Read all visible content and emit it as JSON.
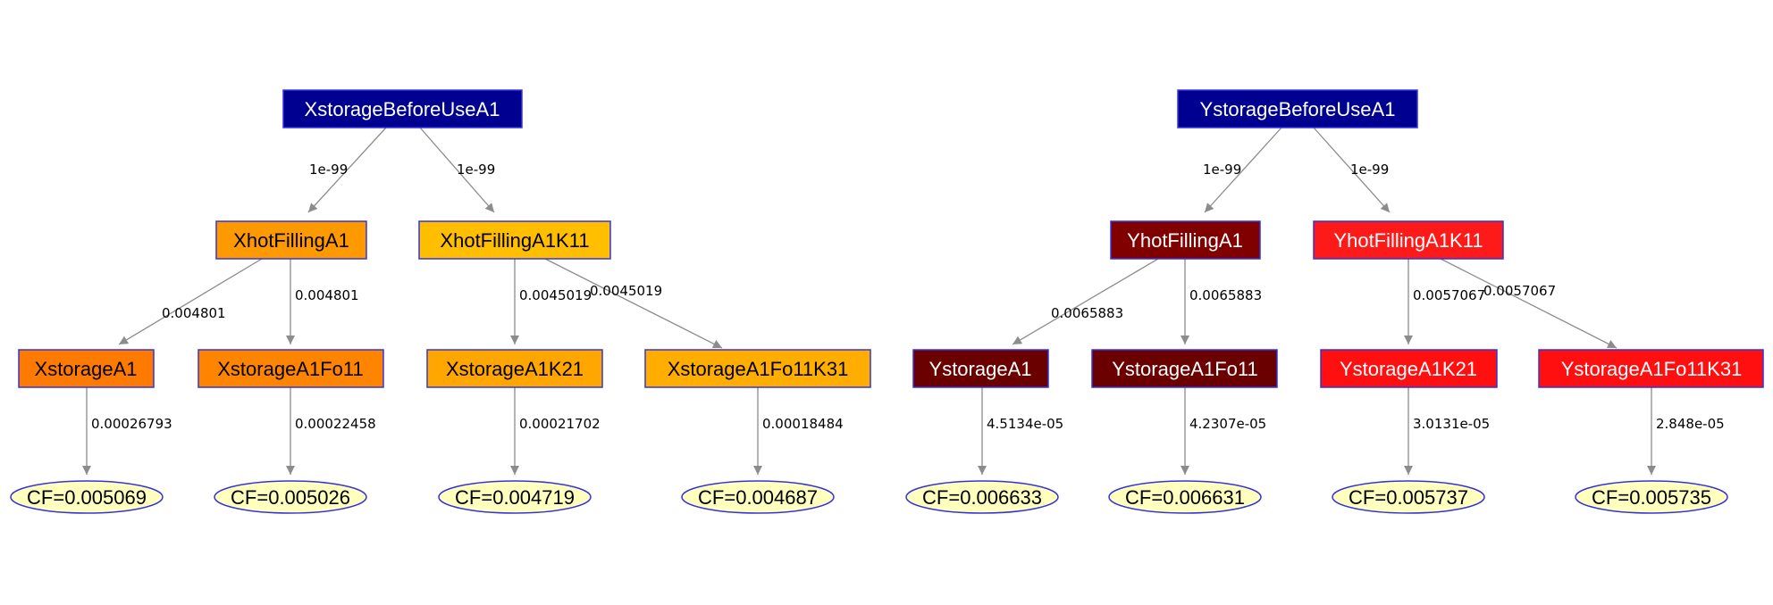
{
  "colors": {
    "border": "#3333dd",
    "edge": "#8c8c8c",
    "leaf_fill": "#ffffbe",
    "root_fill": "#000090",
    "x_mid_1": "#ff9900",
    "x_mid_2": "#ffbf00",
    "x_leaf_1": "#ff7a00",
    "x_leaf_2": "#ff8400",
    "x_leaf_3": "#ffa600",
    "x_leaf_4": "#ffae00",
    "y_mid_1": "#800000",
    "y_leaf_1": "#6a0000",
    "y_mid_2": "#ff1a1a",
    "y_leaf_2": "#ff0f0f"
  },
  "nodes": {
    "x_root": "XstorageBeforeUseA1",
    "x_hot1": "XhotFillingA1",
    "x_hot2": "XhotFillingA1K11",
    "x_s1": "XstorageA1",
    "x_s2": "XstorageA1Fo11",
    "x_s3": "XstorageA1K21",
    "x_s4": "XstorageA1Fo11K31",
    "x_cf1": "CF=0.005069",
    "x_cf2": "CF=0.005026",
    "x_cf3": "CF=0.004719",
    "x_cf4": "CF=0.004687",
    "y_root": "YstorageBeforeUseA1",
    "y_hot1": "YhotFillingA1",
    "y_hot2": "YhotFillingA1K11",
    "y_s1": "YstorageA1",
    "y_s2": "YstorageA1Fo11",
    "y_s3": "YstorageA1K21",
    "y_s4": "YstorageA1Fo11K31",
    "y_cf1": "CF=0.006633",
    "y_cf2": "CF=0.006631",
    "y_cf3": "CF=0.005737",
    "y_cf4": "CF=0.005735"
  },
  "edges": {
    "x_root_hot1": "1e-99",
    "x_root_hot2": "1e-99",
    "x_hot1_s1": "0.004801",
    "x_hot1_s2": "0.004801",
    "x_hot2_s3": "0.0045019",
    "x_hot2_s4": "0.0045019",
    "x_s1_cf1": "0.00026793",
    "x_s2_cf2": "0.00022458",
    "x_s3_cf3": "0.00021702",
    "x_s4_cf4": "0.00018484",
    "y_root_hot1": "1e-99",
    "y_root_hot2": "1e-99",
    "y_hot1_s1": "0.0065883",
    "y_hot1_s2": "0.0065883",
    "y_hot2_s3": "0.0057067",
    "y_hot2_s4": "0.0057067",
    "y_s1_cf1": "4.5134e-05",
    "y_s2_cf2": "4.2307e-05",
    "y_s3_cf3": "3.0131e-05",
    "y_s4_cf4": "2.848e-05"
  }
}
